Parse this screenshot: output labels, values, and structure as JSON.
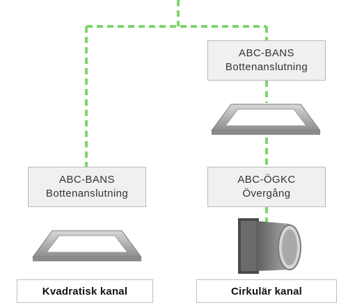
{
  "connector_color": "#7fd66b",
  "left_column": {
    "component": {
      "code": "ABC-BANS",
      "name": "Bottenanslutning"
    },
    "label": "Kvadratisk kanal",
    "image_icon": "square-frame-icon"
  },
  "right_column": {
    "component_top": {
      "code": "ABC-BANS",
      "name": "Bottenanslutning"
    },
    "component_bottom": {
      "code": "ABC-ÖGKC",
      "name": "Övergång"
    },
    "label": "Cirkulär kanal",
    "image_top_icon": "square-frame-icon",
    "image_bottom_icon": "square-to-round-adapter-icon"
  }
}
